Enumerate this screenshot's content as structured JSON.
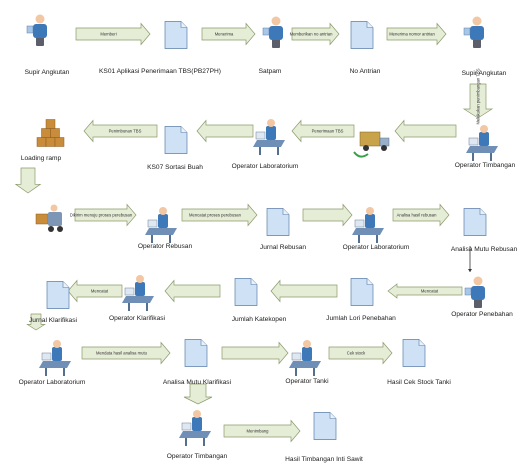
{
  "colors": {
    "arrow_fill": "#e6edd7",
    "arrow_stroke": "#8a9a6b",
    "doc_fill": "#cfe1f5",
    "doc_stroke": "#5b7fa8",
    "person_shirt": "#3d78b8",
    "person_skin": "#f2c7a3",
    "box": "#c98c3a",
    "desk": "#6f8fb7",
    "truck": "#c8a34a"
  },
  "nodes": [
    {
      "id": "supir1",
      "kind": "person",
      "label": "Supir Angkutan"
    },
    {
      "id": "ks01",
      "kind": "document",
      "label": "KS01 Aplikasi Penerimaan TBS(PB27PH)"
    },
    {
      "id": "satpam",
      "kind": "person",
      "label": "Satpam"
    },
    {
      "id": "antrian",
      "kind": "document",
      "label": "No Antrian"
    },
    {
      "id": "supir2",
      "kind": "person",
      "label": "Supir Angkutan"
    },
    {
      "id": "optimbangan1",
      "kind": "operator",
      "label": "Operator Timbangan"
    },
    {
      "id": "truk",
      "kind": "truck",
      "label": ""
    },
    {
      "id": "oplab1",
      "kind": "operator",
      "label": "Operator Laboratorium"
    },
    {
      "id": "ks07",
      "kind": "document",
      "label": "KS07 Sortasi Buah"
    },
    {
      "id": "loading",
      "kind": "boxes",
      "label": "Loading ramp"
    },
    {
      "id": "forklift",
      "kind": "forklift",
      "label": ""
    },
    {
      "id": "oprebusan",
      "kind": "operator",
      "label": "Operator Rebusan"
    },
    {
      "id": "jurnalrebusan",
      "kind": "document",
      "label": "Jurnal Rebusan"
    },
    {
      "id": "oplab2",
      "kind": "operator",
      "label": "Operator Laboratorium"
    },
    {
      "id": "analisarebusan",
      "kind": "document",
      "label": "Analisa Mutu Rebusan"
    },
    {
      "id": "jurnalklarifikasi",
      "kind": "document",
      "label": "Jurnal Klarifikasi"
    },
    {
      "id": "opklarifikasi",
      "kind": "operator",
      "label": "Operator Klarifikasi"
    },
    {
      "id": "katekopen",
      "kind": "document",
      "label": "Jumlah Katekopen"
    },
    {
      "id": "lori",
      "kind": "document",
      "label": "Jumlah Lori Penebahan"
    },
    {
      "id": "oppenebahan",
      "kind": "person",
      "label": "Operator Penebahan"
    },
    {
      "id": "oplab3",
      "kind": "operator",
      "label": "Operator Laboratorium"
    },
    {
      "id": "analisaklarifikasi",
      "kind": "document",
      "label": "Analisa Mutu Klarifikasi"
    },
    {
      "id": "optanki",
      "kind": "operator",
      "label": "Operator Tanki"
    },
    {
      "id": "stocktanki",
      "kind": "document",
      "label": "Hasil Cek Stock Tanki"
    },
    {
      "id": "optimbangan2",
      "kind": "operator",
      "label": "Operator Timbangan"
    },
    {
      "id": "hasiltimbangan",
      "kind": "document",
      "label": "Hasil Timbangan Inti Sawit"
    }
  ],
  "edges": [
    {
      "from": "supir1",
      "to": "ks01",
      "label": "Memberi"
    },
    {
      "from": "ks01",
      "to": "satpam",
      "label": "Menerima"
    },
    {
      "from": "satpam",
      "to": "antrian",
      "label": "Memberikan no antrian"
    },
    {
      "from": "antrian",
      "to": "supir2",
      "label": "Menerima nomor antrian"
    },
    {
      "from": "supir2",
      "to": "optimbangan1",
      "label": "Melakukan penimbangan TBS"
    },
    {
      "from": "optimbangan1",
      "to": "truk",
      "label": ""
    },
    {
      "from": "truk",
      "to": "oplab1",
      "label": "Penerimaan TBS"
    },
    {
      "from": "oplab1",
      "to": "ks07",
      "label": ""
    },
    {
      "from": "ks07",
      "to": "loading",
      "label": "Penimbunan TBS"
    },
    {
      "from": "loading",
      "to": "forklift",
      "label": ""
    },
    {
      "from": "forklift",
      "to": "oprebusan",
      "label": "Dikirim menuju proses perebusan"
    },
    {
      "from": "oprebusan",
      "to": "jurnalrebusan",
      "label": "Mencatat proses perebusan"
    },
    {
      "from": "jurnalrebusan",
      "to": "oplab2",
      "label": ""
    },
    {
      "from": "oplab2",
      "to": "analisarebusan",
      "label": "Analisa hasil rebusan"
    },
    {
      "from": "analisarebusan",
      "to": "oppenebahan",
      "label": ""
    },
    {
      "from": "oppenebahan",
      "to": "lori",
      "label": "Mencatat"
    },
    {
      "from": "lori",
      "to": "katekopen",
      "label": ""
    },
    {
      "from": "katekopen",
      "to": "opklarifikasi",
      "label": ""
    },
    {
      "from": "opklarifikasi",
      "to": "jurnalklarifikasi",
      "label": "Mencatat"
    },
    {
      "from": "jurnalklarifikasi",
      "to": "oplab3",
      "label": ""
    },
    {
      "from": "oplab3",
      "to": "analisaklarifikasi",
      "label": "Mendata hasil analisa mutu"
    },
    {
      "from": "analisaklarifikasi",
      "to": "optanki",
      "label": ""
    },
    {
      "from": "optanki",
      "to": "stocktanki",
      "label": "Cek stock"
    },
    {
      "from": "analisaklarifikasi",
      "to": "optimbangan2",
      "label": ""
    },
    {
      "from": "optimbangan2",
      "to": "hasiltimbangan",
      "label": "Menimbang"
    }
  ]
}
